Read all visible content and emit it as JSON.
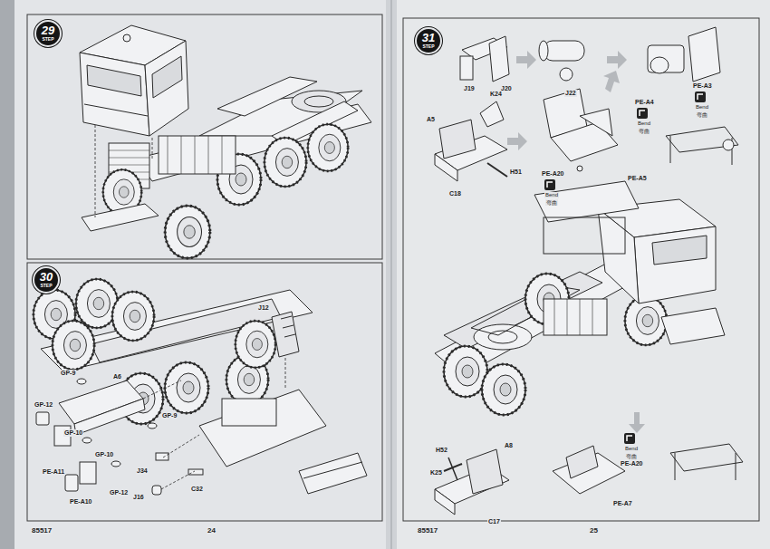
{
  "diagram": {
    "nodes": [
      {
        "text": [
          "29",
          "STEP"
        ]
      },
      {
        "text": [
          "30",
          "STEP"
        ]
      },
      {
        "text": [
          "31",
          "STEP"
        ]
      }
    ],
    "labels": [
      "J12",
      "GP-9",
      "GP-12",
      "A6",
      "GP-10",
      "PE-A11",
      "GP-10",
      "GP-12",
      "PE-A10",
      "GP-9",
      "J34",
      "J16",
      "C32",
      "85517",
      "24",
      "J19",
      "J20",
      "J22",
      "PE-A4",
      "Bend",
      "弯曲",
      "PE-A3",
      "Bend",
      "弯曲",
      "K24",
      "A5",
      "H51",
      "C18",
      "PE-A20",
      "Bend",
      "弯曲",
      "PE-A5",
      "H52",
      "K25",
      "A8",
      "C17",
      "Bend",
      "弯曲",
      "PE-A20",
      "PE-A7",
      "85517",
      "25"
    ]
  }
}
